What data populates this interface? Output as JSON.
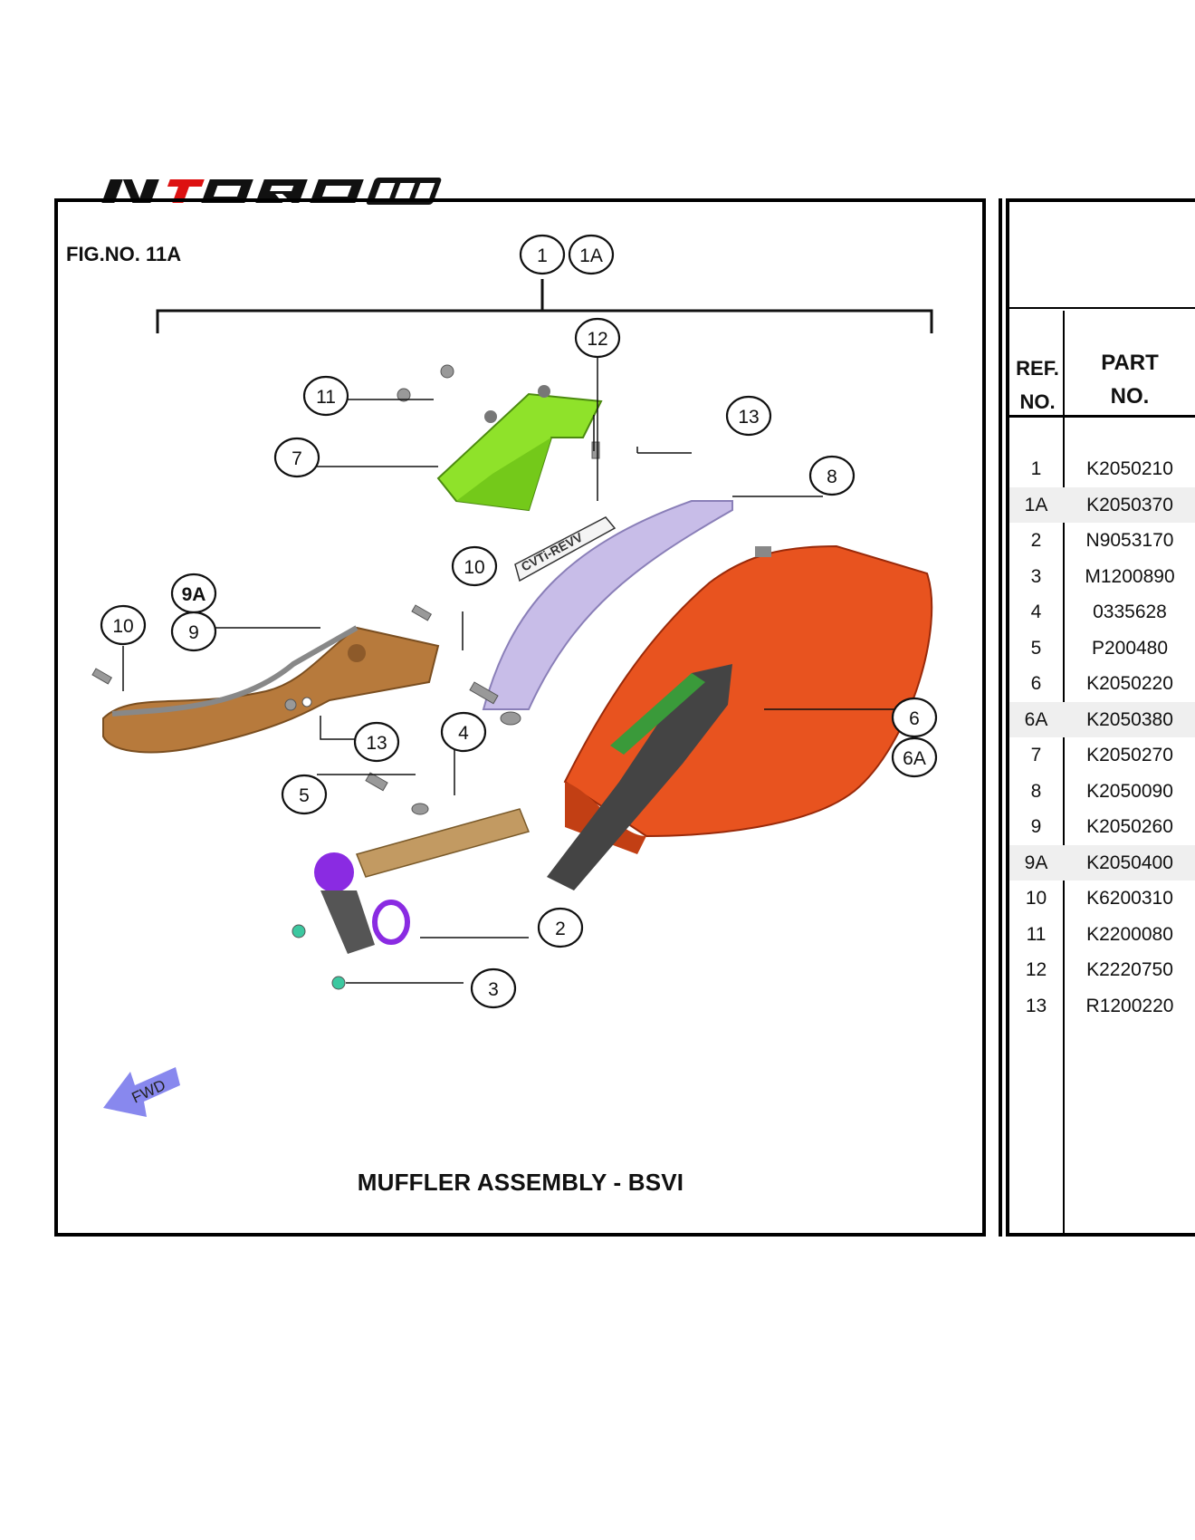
{
  "brand": {
    "logo_text": "NTORQ 125"
  },
  "figure": {
    "number": "FIG.NO. 11A",
    "title": "MUFFLER ASSEMBLY - BSVI",
    "direction_label": "FWD",
    "emblem_text": "CVTi-REVV",
    "callouts": [
      "1",
      "1A",
      "2",
      "3",
      "4",
      "5",
      "6",
      "6A",
      "7",
      "8",
      "9",
      "9A",
      "10",
      "10",
      "11",
      "12",
      "13",
      "13"
    ]
  },
  "table": {
    "header_ref_line1": "REF.",
    "header_ref_line2": "NO.",
    "header_part_line1": "PART",
    "header_part_line2": "NO.",
    "rows": [
      {
        "ref": "1",
        "part": "K2050210",
        "shaded": false
      },
      {
        "ref": "1A",
        "part": "K2050370",
        "shaded": true
      },
      {
        "ref": "2",
        "part": "N9053170",
        "shaded": false
      },
      {
        "ref": "3",
        "part": "M1200890",
        "shaded": false
      },
      {
        "ref": "4",
        "part": "0335628",
        "shaded": false
      },
      {
        "ref": "5",
        "part": "P200480",
        "shaded": false
      },
      {
        "ref": "6",
        "part": "K2050220",
        "shaded": false
      },
      {
        "ref": "6A",
        "part": "K2050380",
        "shaded": true
      },
      {
        "ref": "7",
        "part": "K2050270",
        "shaded": false
      },
      {
        "ref": "8",
        "part": "K2050090",
        "shaded": false
      },
      {
        "ref": "9",
        "part": "K2050260",
        "shaded": false
      },
      {
        "ref": "9A",
        "part": "K2050400",
        "shaded": true
      },
      {
        "ref": "10",
        "part": "K6200310",
        "shaded": false
      },
      {
        "ref": "11",
        "part": "K2200080",
        "shaded": false
      },
      {
        "ref": "12",
        "part": "K2220750",
        "shaded": false
      },
      {
        "ref": "13",
        "part": "R1200220",
        "shaded": false
      }
    ]
  },
  "colors": {
    "muffler": "#e8531f",
    "heat_shield_cover": "#8fe22a",
    "side_cover": "#c8bde8",
    "guard": "#b77a3c",
    "gasket": "#8a2be2",
    "fwd_arrow": "#8888ee"
  }
}
